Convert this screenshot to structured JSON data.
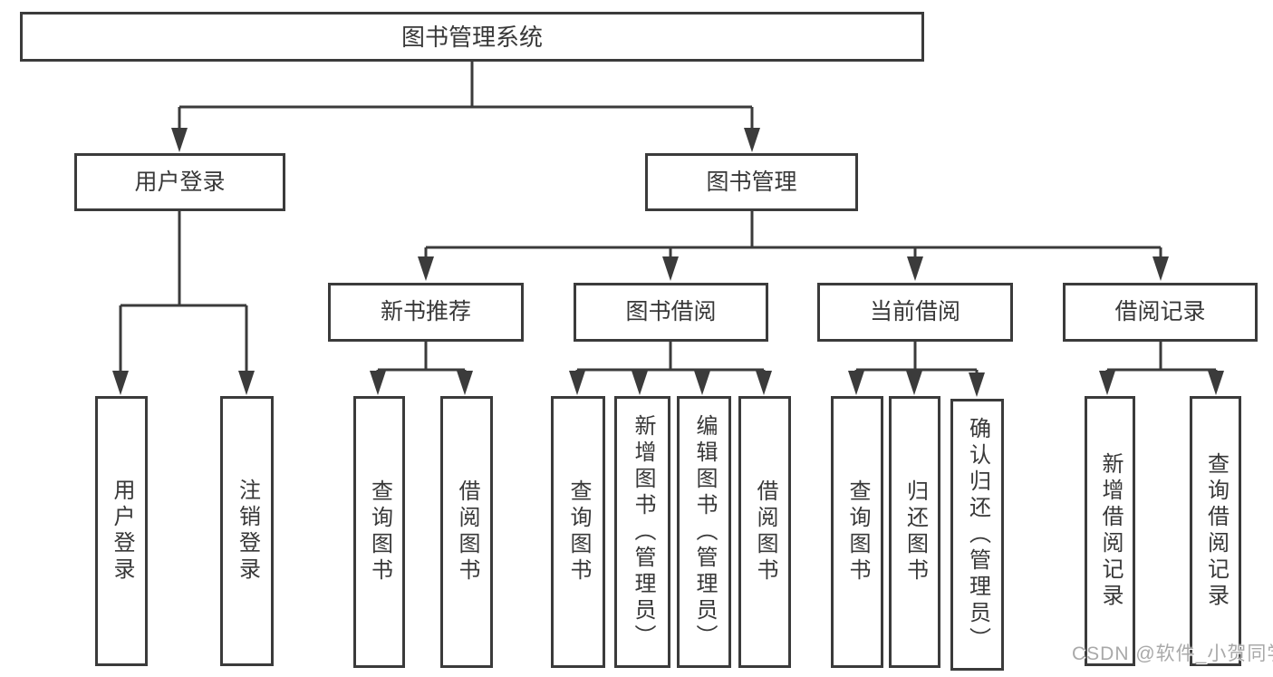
{
  "diagram_title": "图书管理系统",
  "nodes": {
    "root": "图书管理系统",
    "user_login": "用户登录",
    "book_management": "图书管理",
    "leaf_user_login": "用户登录",
    "leaf_logout": "注销登录",
    "new_book_recommend": "新书推荐",
    "book_borrowing": "图书借阅",
    "current_borrowing": "当前借阅",
    "borrowing_records": "借阅记录",
    "nbr_query_books": "查询图书",
    "nbr_borrow_books": "借阅图书",
    "bb_query_books": "查询图书",
    "bb_add_books_admin": "新增图书（管理员）",
    "bb_edit_books_admin": "编辑图书（管理员）",
    "bb_borrow_books": "借阅图书",
    "cb_query_books": "查询图书",
    "cb_return_books": "归还图书",
    "cb_confirm_return_admin": "确认归还（管理员）",
    "br_add_record": "新增借阅记录",
    "br_query_record": "查询借阅记录"
  },
  "watermark": "CSDN @软件_小贺同学",
  "colors": {
    "line": "#3b3b3b",
    "text": "#383838",
    "watermark": "#a9a9a9",
    "background": "#ffffff"
  }
}
